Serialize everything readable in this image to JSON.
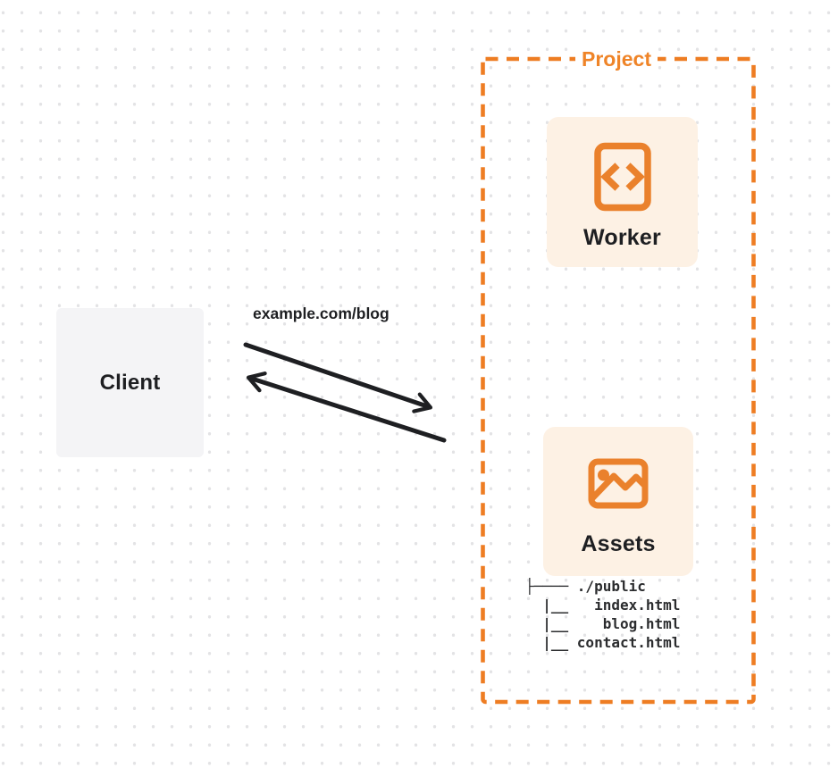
{
  "colors": {
    "accent": "#EE7D23",
    "accent-text": "#EF8428",
    "card-bg": "#FDF1E4",
    "client-bg": "#F4F4F6",
    "ink": "#1E1F22",
    "dot": "#E3E3E5",
    "arrow": "#1E1F22"
  },
  "client": {
    "label": "Client"
  },
  "request": {
    "label": "example.com/blog"
  },
  "project": {
    "label": "Project",
    "worker": {
      "label": "Worker",
      "icon": "code-document-icon"
    },
    "assets": {
      "label": "Assets",
      "icon": "image-icon",
      "file_tree": "├──── ./public\n  |__   index.html\n  |__    blog.html\n  |__ contact.html"
    }
  }
}
